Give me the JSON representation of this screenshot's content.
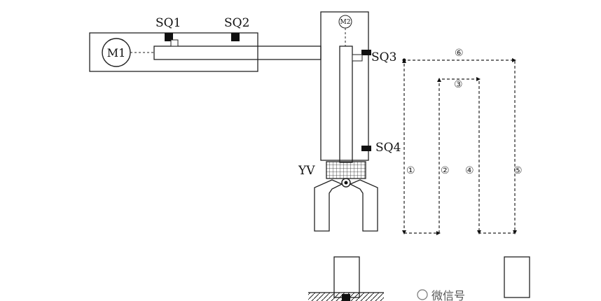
{
  "labels": {
    "sq1": "SQ1",
    "sq2": "SQ2",
    "sq3": "SQ3",
    "sq4": "SQ4",
    "m1": "M1",
    "m2": "M2",
    "yv": "YV"
  },
  "path_steps": [
    "①",
    "②",
    "③",
    "④",
    "⑤",
    "⑥"
  ],
  "watermark": "微信号"
}
